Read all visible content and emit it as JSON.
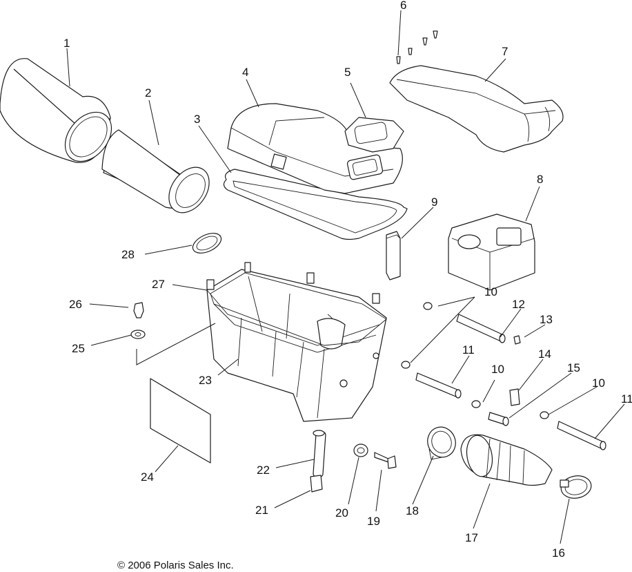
{
  "diagram": {
    "copyright": "© 2006 Polaris Sales Inc.",
    "callouts": {
      "c1": "1",
      "c2": "2",
      "c3": "3",
      "c4": "4",
      "c5": "5",
      "c6": "6",
      "c7": "7",
      "c8": "8",
      "c9": "9",
      "c10a": "10",
      "c10b": "10",
      "c10c": "10",
      "c11a": "11",
      "c11b": "11",
      "c12": "12",
      "c13": "13",
      "c14": "14",
      "c15": "15",
      "c16": "16",
      "c17": "17",
      "c18": "18",
      "c19": "19",
      "c20": "20",
      "c21": "21",
      "c22": "22",
      "c23": "23",
      "c24": "24",
      "c25": "25",
      "c26": "26",
      "c27": "27",
      "c28": "28"
    }
  }
}
